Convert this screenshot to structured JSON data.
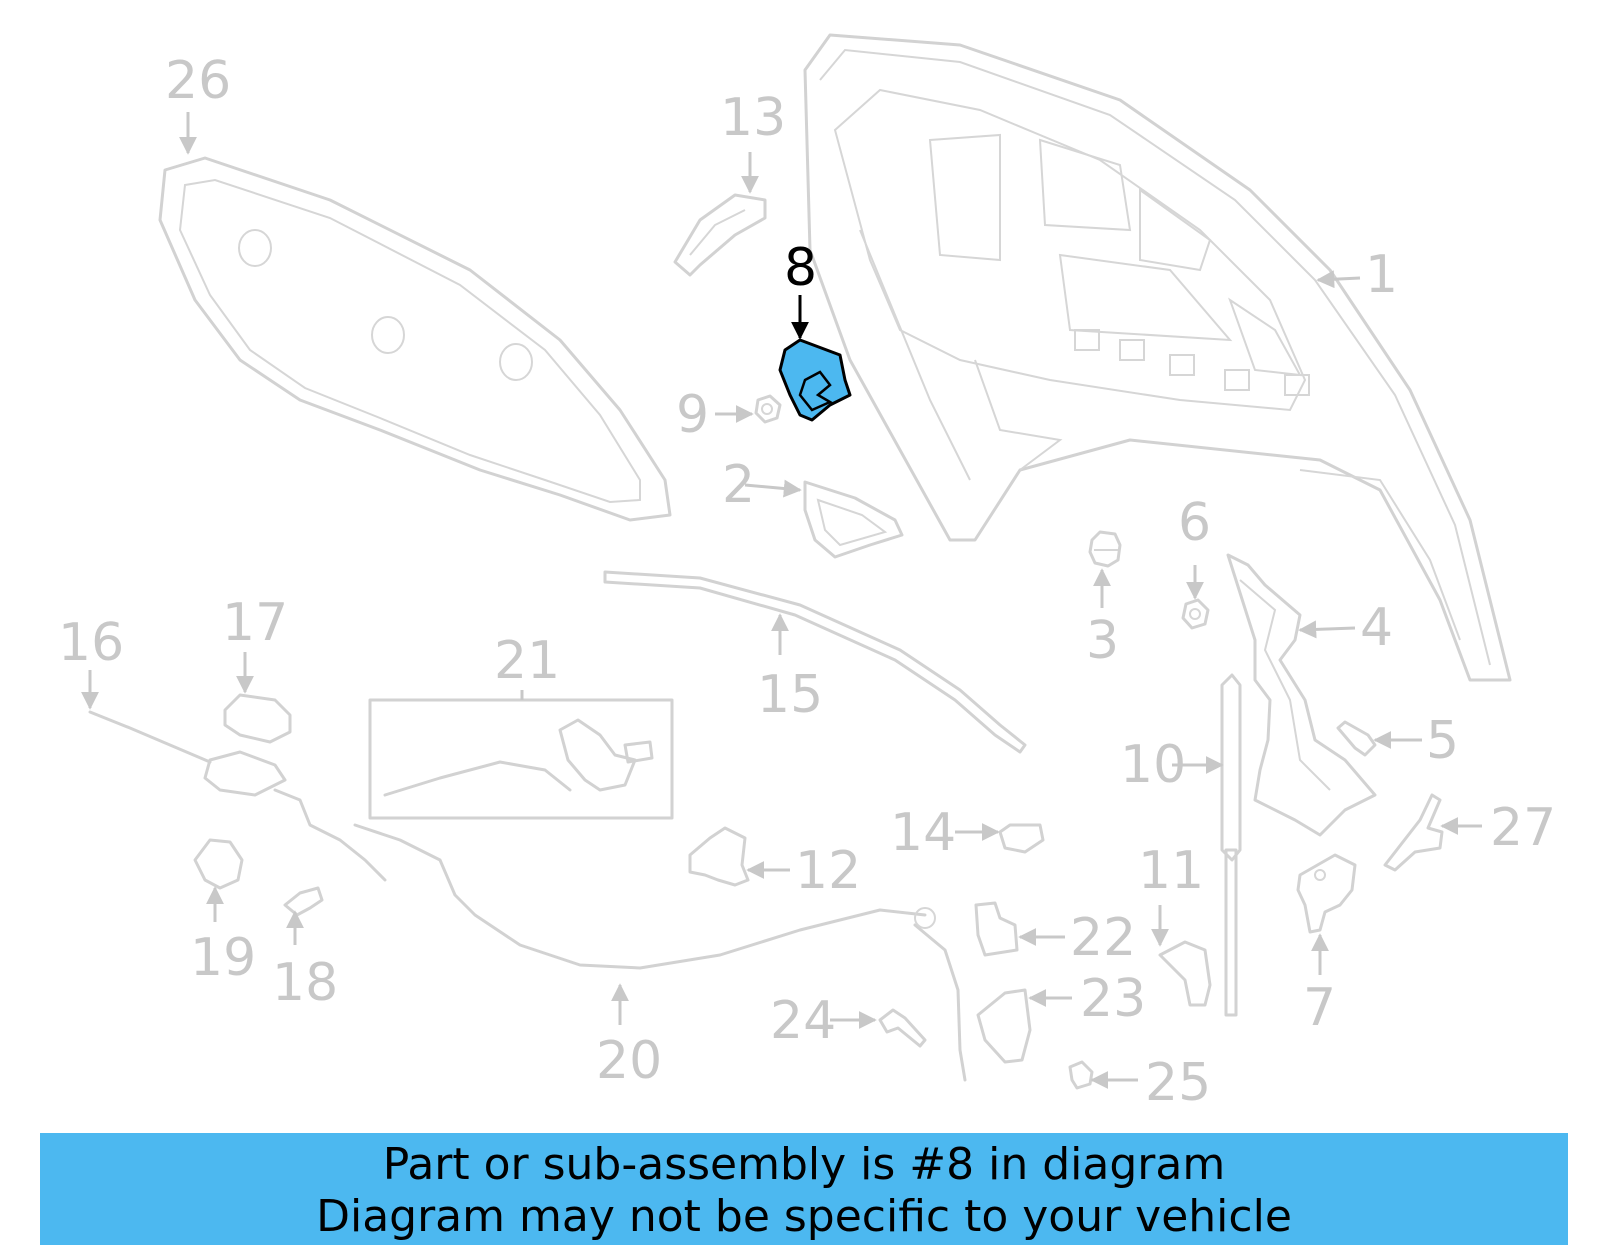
{
  "diagram": {
    "highlight_color": "#4cb8f0",
    "highlighted_part": "8",
    "callouts": [
      "1",
      "2",
      "3",
      "4",
      "5",
      "6",
      "7",
      "8",
      "9",
      "10",
      "11",
      "12",
      "13",
      "14",
      "15",
      "16",
      "17",
      "18",
      "19",
      "20",
      "21",
      "22",
      "23",
      "24",
      "25",
      "26",
      "27"
    ]
  },
  "banner": {
    "line1": "Part or sub-assembly is #8 in diagram",
    "line2": "Diagram may not be specific to your vehicle"
  }
}
